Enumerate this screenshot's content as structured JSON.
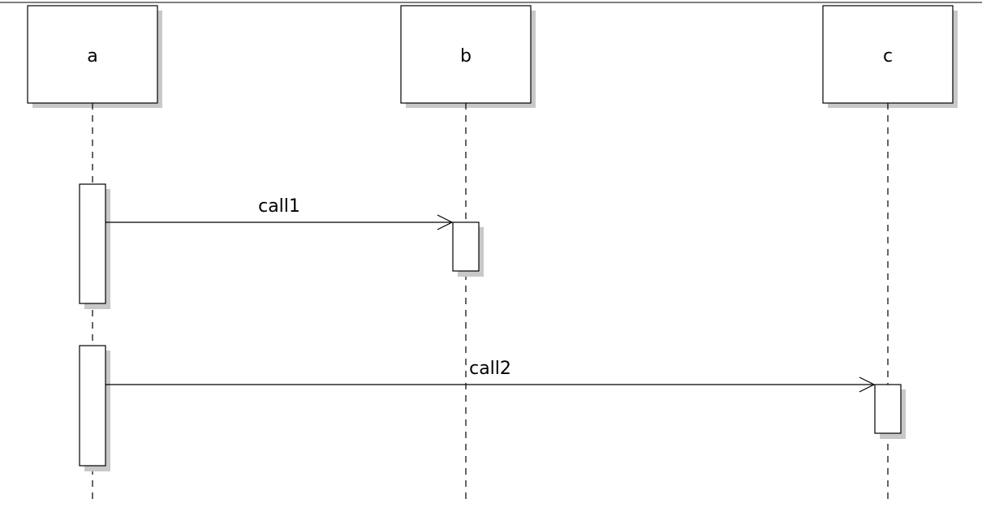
{
  "diagram": {
    "type": "sequence",
    "participants": [
      {
        "id": "a",
        "label": "a"
      },
      {
        "id": "b",
        "label": "b"
      },
      {
        "id": "c",
        "label": "c"
      }
    ],
    "messages": [
      {
        "from": "a",
        "to": "b",
        "label": "call1"
      },
      {
        "from": "a",
        "to": "c",
        "label": "call2"
      }
    ],
    "colors": {
      "stroke": "#000000",
      "fill": "#ffffff",
      "shadow": "#c8c8c8",
      "border_top": "#808080"
    }
  }
}
